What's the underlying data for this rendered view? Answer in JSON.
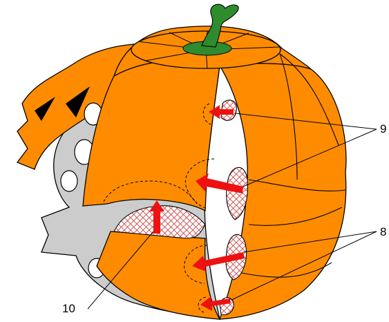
{
  "colors": {
    "pumpkin": "#ff8c00",
    "interior": "#cccccc",
    "stem": "#2e8b2e",
    "arrow": "#ee1111",
    "hatch": "#cc4444",
    "outline": "#000000"
  },
  "labels": {
    "label_9": "9",
    "label_8": "8",
    "label_10": "10"
  }
}
